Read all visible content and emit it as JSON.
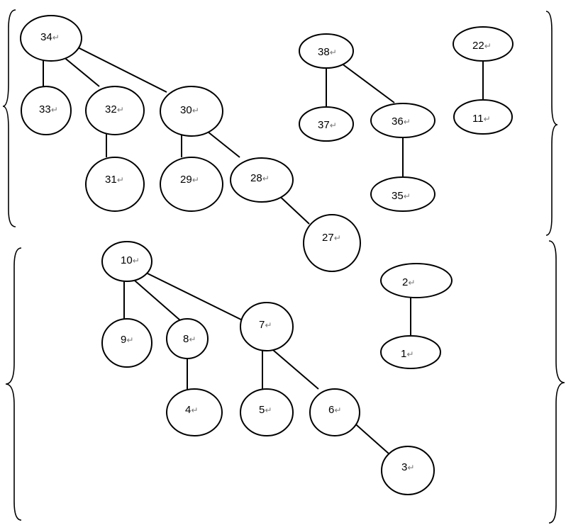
{
  "nodes": {
    "n34": "34",
    "n33": "33",
    "n32": "32",
    "n31": "31",
    "n30": "30",
    "n29": "29",
    "n28": "28",
    "n27": "27",
    "n38": "38",
    "n37": "37",
    "n36": "36",
    "n35": "35",
    "n22": "22",
    "n11": "11",
    "n10": "10",
    "n9": "9",
    "n8": "8",
    "n7": "7",
    "n6": "6",
    "n5": "5",
    "n4": "4",
    "n3": "3",
    "n2": "2",
    "n1": "1"
  },
  "paragraph_mark": "↵"
}
